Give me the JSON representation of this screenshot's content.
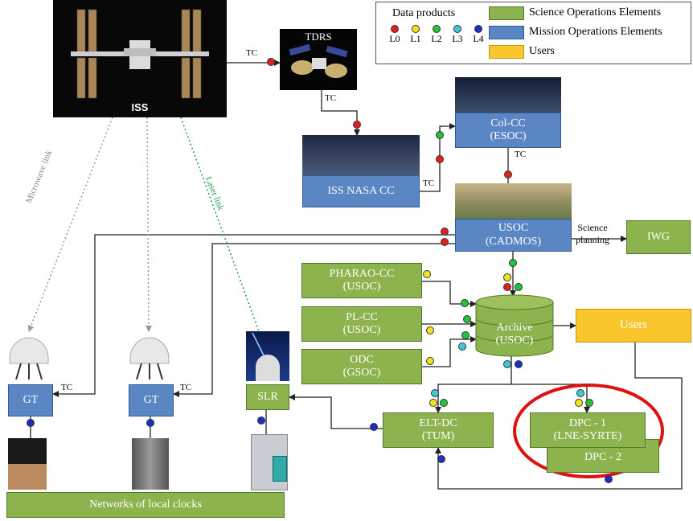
{
  "legend": {
    "title": "Data products",
    "levels": [
      {
        "label": "L0",
        "color": "#e02020"
      },
      {
        "label": "L1",
        "color": "#f2e61a"
      },
      {
        "label": "L2",
        "color": "#22c43a"
      },
      {
        "label": "L3",
        "color": "#40c8d8"
      },
      {
        "label": "L4",
        "color": "#1a2ec8"
      }
    ],
    "categories": [
      {
        "label": "Science Operations Elements",
        "color": "#8db34e"
      },
      {
        "label": "Mission Operations Elements",
        "color": "#5b86c4"
      },
      {
        "label": "Users",
        "color": "#f9c62e"
      }
    ]
  },
  "nodes": {
    "iss": {
      "label": "ISS"
    },
    "tdrs": {
      "label": "TDRS"
    },
    "iss_nasa_cc": {
      "label": "ISS NASA CC"
    },
    "col_cc": {
      "line1": "Col-CC",
      "line2": "(ESOC)"
    },
    "usoc": {
      "line1": "USOC",
      "line2": "(CADMOS)"
    },
    "iwg": {
      "label": "IWG"
    },
    "pharao_cc": {
      "line1": "PHARAO-CC",
      "line2": "(USOC)"
    },
    "pl_cc": {
      "line1": "PL-CC",
      "line2": "(USOC)"
    },
    "odc": {
      "line1": "ODC",
      "line2": "(GSOC)"
    },
    "archive": {
      "line1": "Archive",
      "line2": "(USOC)"
    },
    "users": {
      "label": "Users"
    },
    "gt1": {
      "label": "GT"
    },
    "gt2": {
      "label": "GT"
    },
    "slr": {
      "label": "SLR"
    },
    "elt_dc": {
      "line1": "ELT-DC",
      "line2": "(TUM)"
    },
    "dpc1": {
      "line1": "DPC - 1",
      "line2": "(LNE-SYRTE)"
    },
    "dpc2": {
      "label": "DPC - 2"
    },
    "networks": {
      "label": "Networks of local clocks"
    }
  },
  "link_labels": {
    "tc": "TC",
    "science_planning": "Science\nplanning",
    "microwave_link": "Microwave link",
    "laser_link": "Laser link"
  },
  "colors": {
    "science": "#8db34e",
    "mission": "#5b86c4",
    "users": "#f9c62e",
    "highlight": "#e01010",
    "laser": "#22a050"
  }
}
